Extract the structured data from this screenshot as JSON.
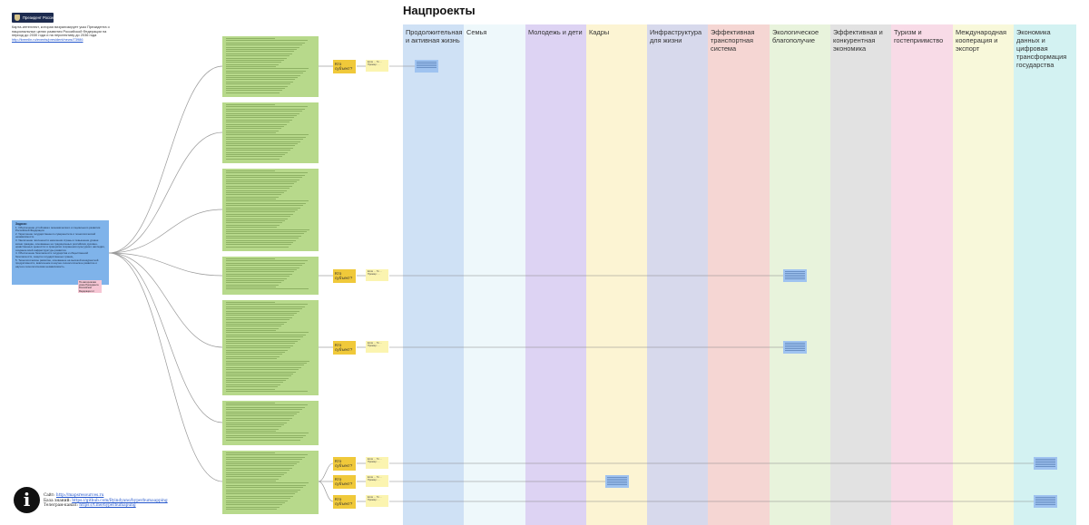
{
  "title": "Нацпроекты",
  "logo": {
    "text": "Президент России"
  },
  "intro": {
    "text": "Карта-интеллект, которая визуализирует указ Президента о национальных целях развития Российской Федерации на период до 2030 года и на перспективу до 2036 года",
    "link": "http://kremlin.ru/events/president/news/73986"
  },
  "columns": [
    {
      "label": "Продолжительная и активная жизнь",
      "color": "#cfe1f5"
    },
    {
      "label": "Семья",
      "color": "#eef8fb"
    },
    {
      "label": "Молодежь и дети",
      "color": "#ddd3f3"
    },
    {
      "label": "Кадры",
      "color": "#fcf4d3"
    },
    {
      "label": "Инфраструктура для жизни",
      "color": "#d7d9ec"
    },
    {
      "label": "Эффективная транспортная система",
      "color": "#f5d6d3"
    },
    {
      "label": "Экологическое благополучие",
      "color": "#e8f3dc"
    },
    {
      "label": "Эффективная и конкурентная экономика",
      "color": "#e2e2e2"
    },
    {
      "label": "Туризм и гостеприимство",
      "color": "#f8dbe7"
    },
    {
      "label": "Международная кооперация и экспорт",
      "color": "#f8f8da"
    },
    {
      "label": "Экономика данных и цифровая трансформация государства",
      "color": "#d3f2f2"
    }
  ],
  "goals": {
    "heading": "Задачи:",
    "items": [
      "1. Обеспечение устойчивого экономического и социального развития Российской Федерации.",
      "2. Укрепление государственного суверенитета и технологической независимости.",
      "3. Увеличение численности населения страны и повышение уровня жизни граждан, основанные на традиционных российских духовно-нравственных ценностях и принципах сохранения культурного наследия, создание всей инфраструктуры развития.",
      "4. Обеспечение безопасности государства и общественной безопасности, защита государственных границ.",
      "5. Технологическое развитие, основанное на высокой конкурентной продуктивности, вовлечение в научно-технологическое развитие и научно-технологическая независимость."
    ]
  },
  "pink_note": "По материалам указа Президента Российской Федерации от 07.05.2024",
  "who_label": "Кто субъект?",
  "small_note_text": "Если ... То ... Пример: ...",
  "footer": {
    "site_label": "Сайт:",
    "site_url": "http://mapsresources.ru",
    "kb_label": "База знаний:",
    "kb_url": "https://github.com/Byindyano/hyperbumaapping",
    "tg_label": "Телеграм-канал:",
    "tg_url": "https://t.me/hyperbumapung"
  }
}
